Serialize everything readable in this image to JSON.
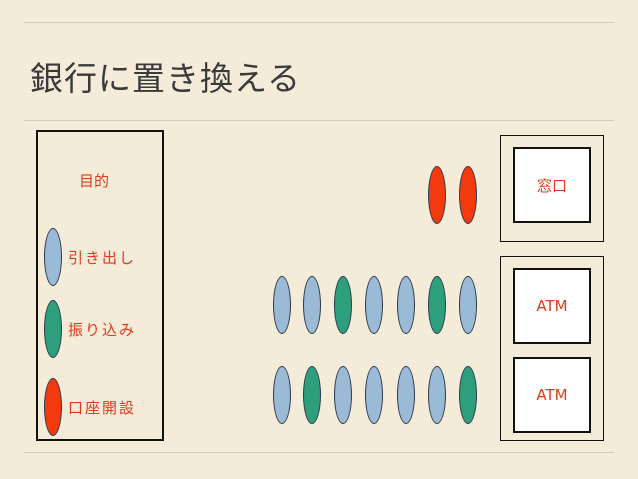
{
  "title": "銀行に置き換える",
  "legend": {
    "heading": "目的",
    "items": [
      {
        "label": "引き出し",
        "color": "#9bbad6"
      },
      {
        "label": "振り込み",
        "color": "#2e9f7d"
      },
      {
        "label": "口座開設",
        "color": "#f23a0e"
      }
    ]
  },
  "queues": {
    "teller_queue": [
      "口座開設",
      "口座開設"
    ],
    "atm_queue_1": [
      "引き出し",
      "引き出し",
      "振り込み",
      "引き出し",
      "引き出し",
      "振り込み",
      "引き出し"
    ],
    "atm_queue_2": [
      "引き出し",
      "振り込み",
      "引き出し",
      "引き出し",
      "引き出し",
      "引き出し",
      "振り込み"
    ]
  },
  "counters": {
    "teller": "窓口",
    "atm_1": "ATM",
    "atm_2": "ATM"
  }
}
